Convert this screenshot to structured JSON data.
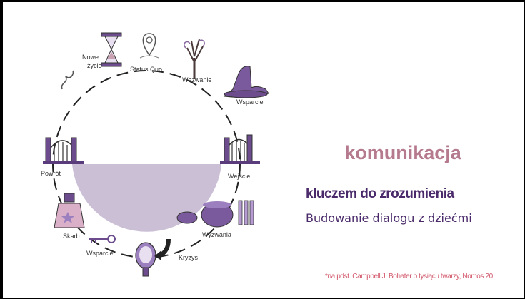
{
  "diagram": {
    "stages": {
      "nowe_zycie_1": "Nowe",
      "nowe_zycie_2": "życie",
      "status_quo": "Status Quo",
      "wezwanie": "Wezwanie",
      "wsparcie_top": "Wsparcie",
      "wejscie": "Wejście",
      "wyzwania": "Wyzwania",
      "kryzys": "Kryzys",
      "wsparcie_bottom": "Wsparcie",
      "skarb": "Skarb",
      "powrot": "Powrót"
    }
  },
  "heading": {
    "title": "komunikacja",
    "subtitle": "kluczem do zrozumienia",
    "tagline": "Budowanie dialogu z dziećmi"
  },
  "footnote": "*na pdst. Campbell J. Bohater o tysiącu twarzy, Nomos 20",
  "colors": {
    "title": "#b57a8e",
    "subtitle": "#4a2a6a",
    "footnote": "#d2566a",
    "lower_half_fill": "#cbbfd6"
  }
}
